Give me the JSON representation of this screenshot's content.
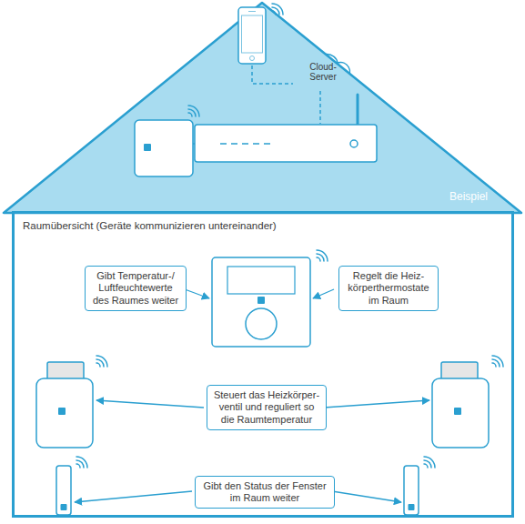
{
  "diagram": {
    "nodes": [
      {
        "text": [
          "Beispiel"
        ]
      },
      {
        "text": [
          "Cloud- Server"
        ],
        "in": 0
      },
      {
        "text": [
          "Raumübersicht (Geräte kommunizieren untereinander)"
        ]
      },
      {
        "text": [
          "Gibt Temperatur-/ Luftfeuchtewerte des Raumes weiter"
        ],
        "in": 2
      },
      {
        "text": [
          "Regelt die Heiz- körperthermostate im Raum"
        ],
        "in": 2
      },
      {
        "text": [
          "Steuert das Heizkörper- ventil und reguliert so die Raumtemperatur"
        ],
        "in": 2
      },
      {
        "text": [
          "Gibt den Status der Fenster im Raum weiter"
        ],
        "in": 2
      }
    ]
  }
}
